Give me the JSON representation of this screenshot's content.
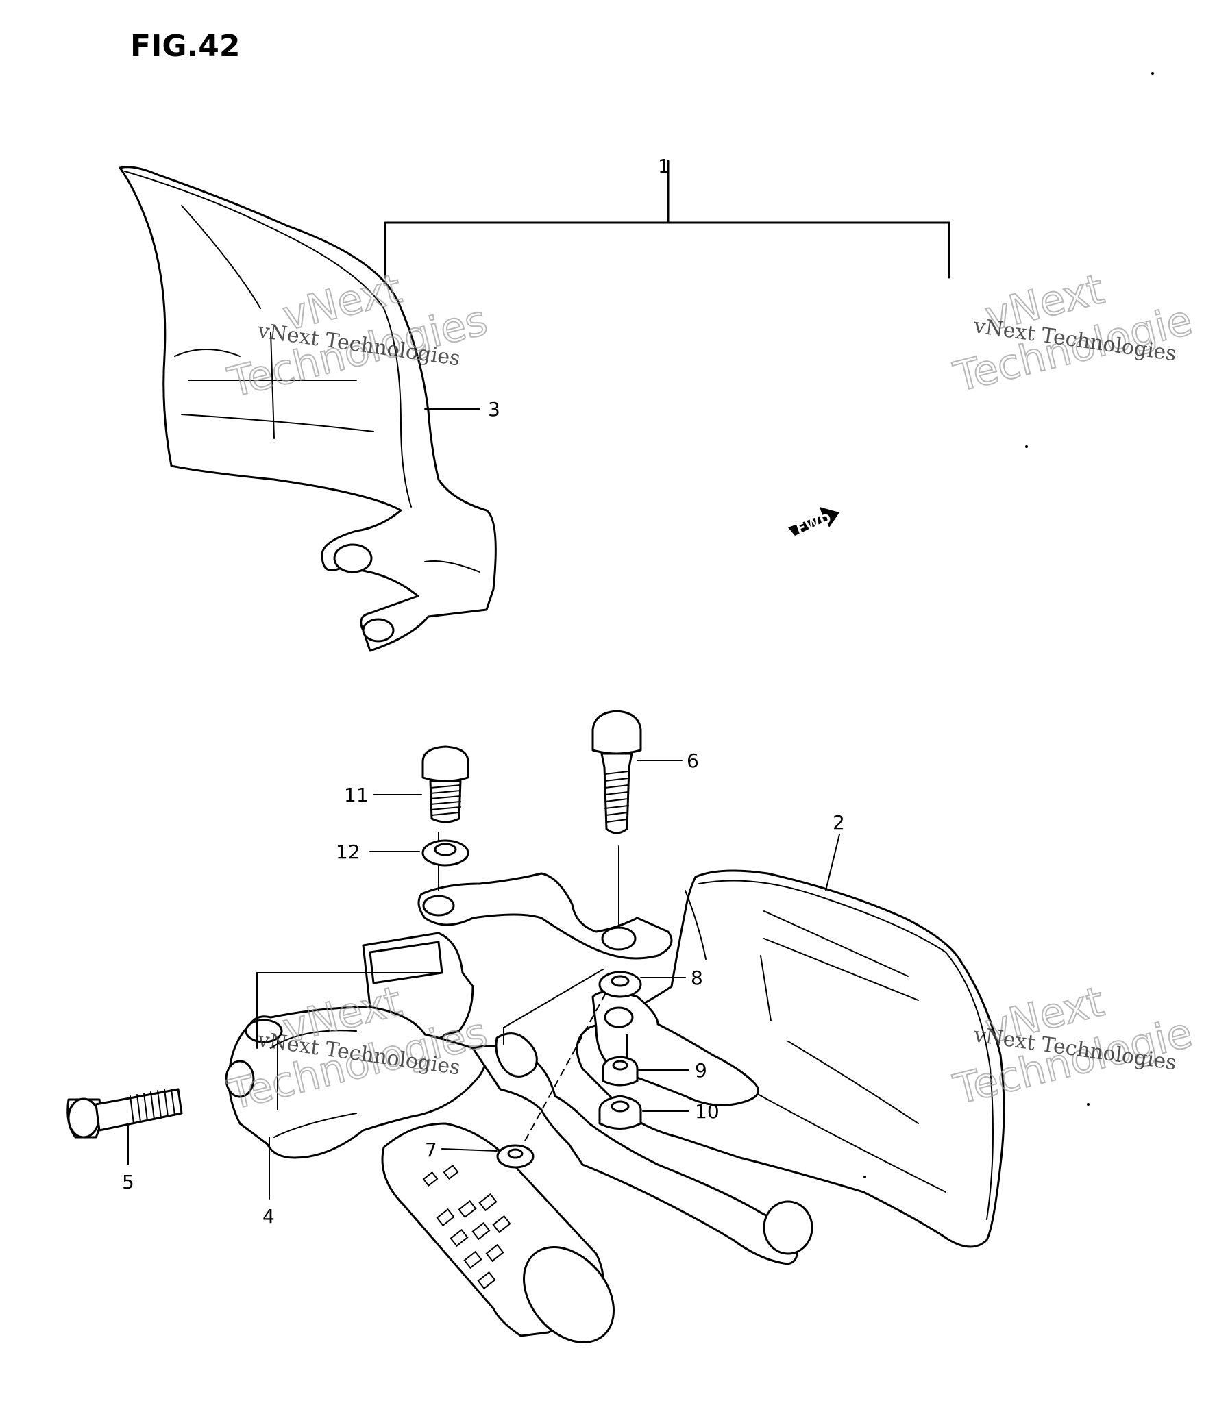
{
  "figure": {
    "title": "FIG.42",
    "fwd_label": "FWD"
  },
  "callouts": [
    "1",
    "2",
    "3",
    "4",
    "5",
    "6",
    "7",
    "8",
    "9",
    "10",
    "11",
    "12"
  ],
  "watermark": {
    "text_small": "vNext Technologies",
    "text_big_line1": "vNext",
    "text_big_line2": "Technologies",
    "text_big_line2_cut": "Technologie"
  }
}
